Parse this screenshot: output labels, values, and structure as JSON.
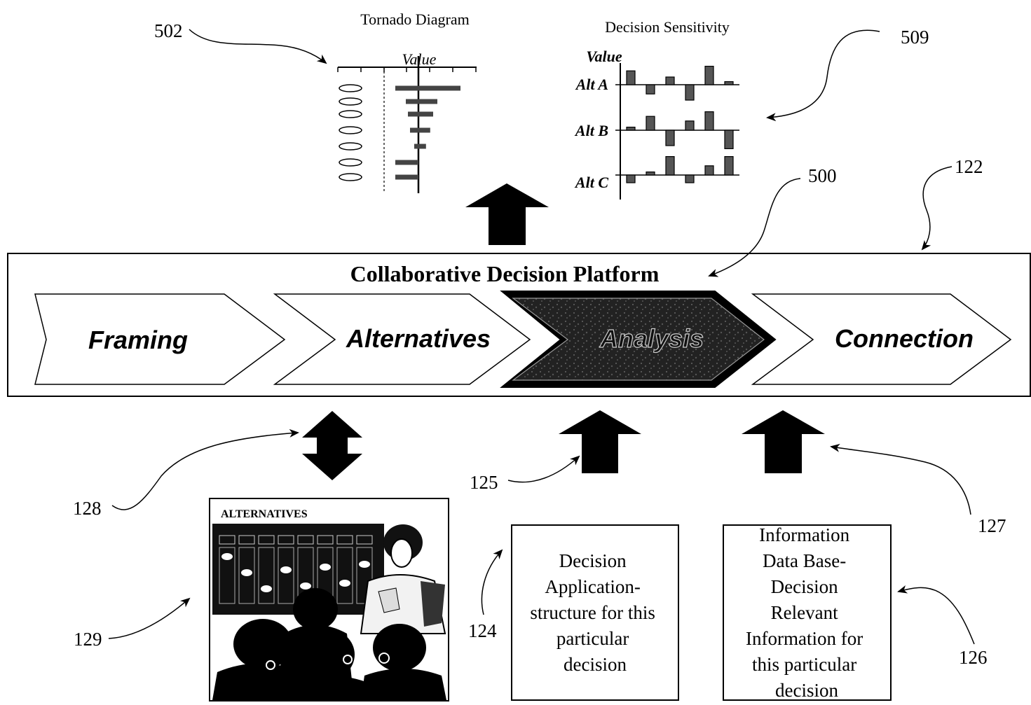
{
  "tornado": {
    "title": "Tornado Diagram",
    "axis_label": "Value",
    "bars": [
      {
        "low": -0.55,
        "high": 1.0
      },
      {
        "low": -0.3,
        "high": 0.45
      },
      {
        "low": -0.25,
        "high": 0.35
      },
      {
        "low": -0.2,
        "high": 0.28
      },
      {
        "low": -0.1,
        "high": 0.18
      },
      {
        "low": -0.55,
        "high": 0.0
      },
      {
        "low": -0.55,
        "high": 0.0
      }
    ]
  },
  "sensitivity": {
    "title": "Decision Sensitivity",
    "axis_label": "Value",
    "rows": [
      {
        "label": "Alt A",
        "values": [
          0.9,
          -0.6,
          0.5,
          -1.0,
          1.2,
          0.2
        ]
      },
      {
        "label": "Alt B",
        "values": [
          0.2,
          0.9,
          -1.0,
          0.6,
          1.2,
          -1.2
        ]
      },
      {
        "label": "Alt C",
        "values": [
          -0.5,
          0.2,
          1.2,
          -0.5,
          0.6,
          1.2
        ]
      }
    ]
  },
  "platform": {
    "title": "Collaborative Decision Platform",
    "stages": [
      {
        "label": "Framing",
        "active": false
      },
      {
        "label": "Alternatives",
        "active": false
      },
      {
        "label": "Analysis",
        "active": true
      },
      {
        "label": "Connection",
        "active": false
      }
    ]
  },
  "photo": {
    "heading": "ALTERNATIVES"
  },
  "boxes": {
    "application": [
      "Decision",
      "Application-",
      "structure for this",
      "particular",
      "decision"
    ],
    "information": [
      "Information",
      "Data Base-",
      "Decision",
      "Relevant",
      "Information for",
      "this particular",
      "decision"
    ]
  },
  "refs": {
    "r502": "502",
    "r509": "509",
    "r500": "500",
    "r122": "122",
    "r128": "128",
    "r125": "125",
    "r127": "127",
    "r129": "129",
    "r124": "124",
    "r126": "126"
  }
}
